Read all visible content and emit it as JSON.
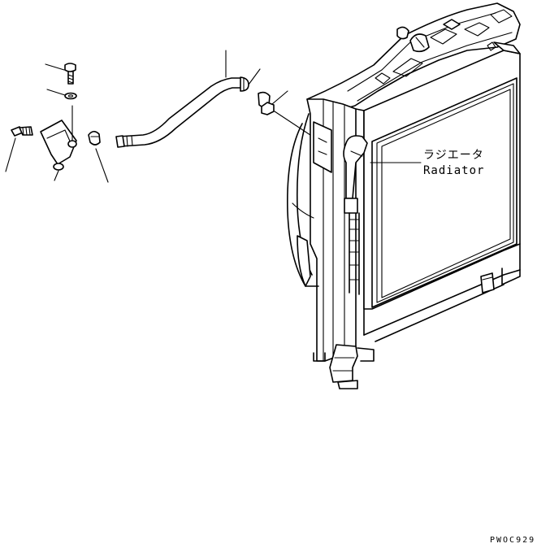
{
  "callout": {
    "name_jp": "ラジエータ",
    "name_en": "Radiator"
  },
  "drawing_code": "PWOC929",
  "colors": {
    "ink": "#000000",
    "paper": "#ffffff"
  }
}
